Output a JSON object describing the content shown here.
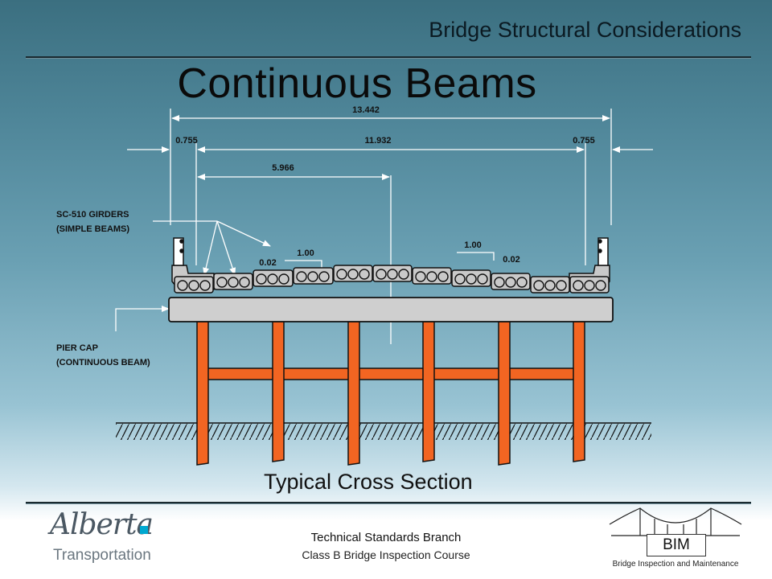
{
  "header": {
    "section": "Bridge Structural Considerations",
    "title": "Continuous Beams"
  },
  "diagram": {
    "dimensions": {
      "overall": "13.442",
      "left_curb": "0.755",
      "roadway": "11.932",
      "right_curb": "0.755",
      "half_roadway": "5.966",
      "left_run": "1.00",
      "left_slope": "0.02",
      "right_run": "1.00",
      "right_slope": "0.02"
    },
    "labels": {
      "girders_line1": "SC-510 GIRDERS",
      "girders_line2": "(SIMPLE BEAMS)",
      "pier_line1": "PIER CAP",
      "pier_line2": "(CONTINUOUS BEAM)"
    },
    "caption": "Typical Cross Section",
    "colors": {
      "pier": "#f26522",
      "girder": "#c9c9c9",
      "cap": "#cfcfcf",
      "outline": "#111111"
    }
  },
  "footer": {
    "branch": "Technical Standards Branch",
    "course": "Class B Bridge Inspection Course",
    "logo_word": "Alberta",
    "logo_sub": "Transportation",
    "bim_label": "BIM",
    "bim_sub": "Bridge Inspection and Maintenance"
  }
}
